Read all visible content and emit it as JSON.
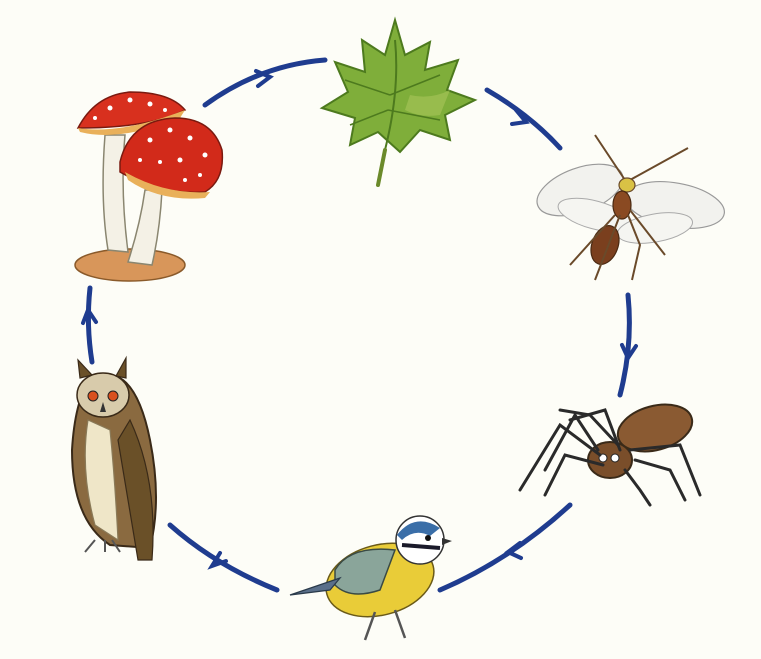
{
  "diagram": {
    "type": "cycle",
    "direction": "clockwise",
    "arrow_color": "#1f3c8f",
    "nodes": [
      {
        "id": "leaf",
        "icon": "maple-leaf-icon"
      },
      {
        "id": "insect",
        "icon": "winged-insect-icon"
      },
      {
        "id": "spider",
        "icon": "spider-icon"
      },
      {
        "id": "bird",
        "icon": "blue-tit-bird-icon"
      },
      {
        "id": "owl",
        "icon": "owl-icon"
      },
      {
        "id": "mushrooms",
        "icon": "fly-agaric-mushroom-icon"
      }
    ],
    "edges": [
      {
        "from": "leaf",
        "to": "insect"
      },
      {
        "from": "insect",
        "to": "spider"
      },
      {
        "from": "spider",
        "to": "bird"
      },
      {
        "from": "bird",
        "to": "owl"
      },
      {
        "from": "owl",
        "to": "mushrooms"
      },
      {
        "from": "mushrooms",
        "to": "leaf"
      }
    ]
  }
}
